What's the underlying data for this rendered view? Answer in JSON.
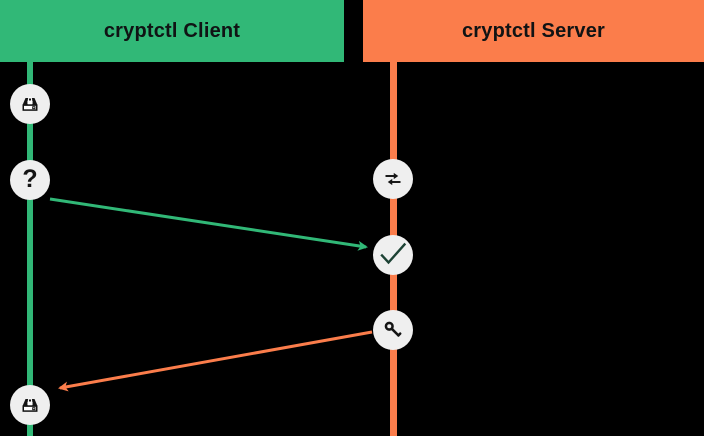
{
  "diagram": {
    "background": "#000000",
    "actors": {
      "client": {
        "label": "cryptctl Client",
        "color": "#31b877"
      },
      "server": {
        "label": "cryptctl Server",
        "color": "#fb7d4b"
      }
    },
    "nodes": [
      {
        "id": "client-disk-top",
        "lane": "client",
        "icon": "encrypted-disk-icon"
      },
      {
        "id": "client-question",
        "lane": "client",
        "icon": "question-mark-icon",
        "glyph": "?"
      },
      {
        "id": "server-swap",
        "lane": "server",
        "icon": "swap-arrows-icon"
      },
      {
        "id": "server-check",
        "lane": "server",
        "icon": "checkmark-icon",
        "color": "#1c4234"
      },
      {
        "id": "server-key",
        "lane": "server",
        "icon": "key-icon"
      },
      {
        "id": "client-disk-bottom",
        "lane": "client",
        "icon": "encrypted-disk-icon"
      }
    ],
    "arrows": [
      {
        "id": "client-to-server",
        "from": "client-question",
        "to": "server-check",
        "color": "#31b877"
      },
      {
        "id": "server-to-client",
        "from": "server-key",
        "to": "client-disk-bottom",
        "color": "#fb7d4b"
      }
    ],
    "node_style": {
      "background": "#efefef",
      "icon_color": "#141414"
    }
  }
}
